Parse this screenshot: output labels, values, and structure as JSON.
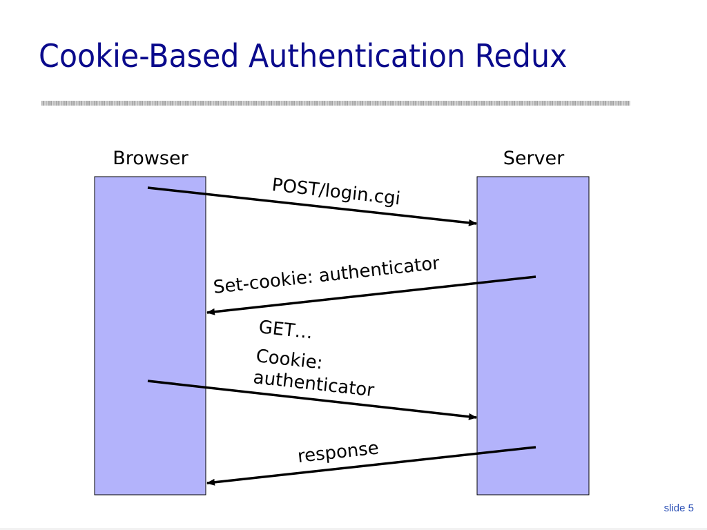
{
  "slide": {
    "title": "Cookie-Based Authentication Redux",
    "number_label": "slide 5"
  },
  "diagram": {
    "lanes": {
      "browser": "Browser",
      "server": "Server"
    },
    "messages": [
      {
        "direction": "browser-to-server",
        "lines": [
          "POST/login.cgi"
        ]
      },
      {
        "direction": "server-to-browser",
        "lines": [
          "Set-cookie: authenticator"
        ]
      },
      {
        "direction": "browser-to-server",
        "lines": [
          "GET…",
          "Cookie:",
          "authenticator"
        ]
      },
      {
        "direction": "server-to-browser",
        "lines": [
          "response"
        ]
      }
    ],
    "colors": {
      "lane_fill": "#b3b3fb",
      "lane_border": "#000000",
      "title": "#0a0a8c",
      "slide_number": "#2a4fb5"
    }
  }
}
